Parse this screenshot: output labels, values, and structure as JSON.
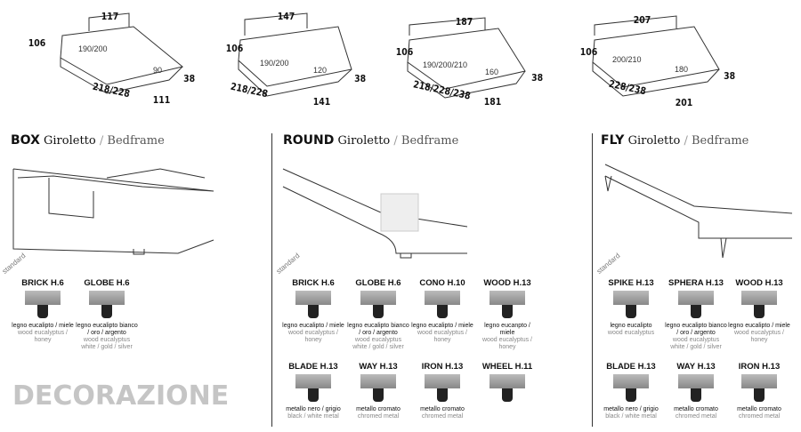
{
  "beds": [
    {
      "width": "117",
      "height": "106",
      "length": "190/200",
      "mattress": "90",
      "side": "38",
      "outer_length": "218/228",
      "outer_width": "111"
    },
    {
      "width": "147",
      "height": "106",
      "length": "190/200",
      "mattress": "120",
      "side": "38",
      "outer_length": "218/228",
      "outer_width": "141"
    },
    {
      "width": "187",
      "height": "106",
      "length": "190/200/210",
      "mattress": "160",
      "side": "38",
      "outer_length": "218/228/238",
      "outer_width": "181"
    },
    {
      "width": "207",
      "height": "106",
      "length": "200/210",
      "mattress": "180",
      "side": "38",
      "outer_length": "228/238",
      "outer_width": "201"
    }
  ],
  "sections": [
    {
      "model": "BOX",
      "type": "Giroletto",
      "separator": " / ",
      "type_en": "Bedframe",
      "standard": "standard",
      "legs": [
        {
          "name": "BRICK H.6",
          "it": "legno eucalipto / miele",
          "en": "wood eucalyptus / honey"
        },
        {
          "name": "GLOBE H.6",
          "it": "legno eucalipto bianco / oro / argento",
          "en": "wood eucalyptus white / gold / silver"
        }
      ]
    },
    {
      "model": "ROUND",
      "type": "Giroletto",
      "separator": " / ",
      "type_en": "Bedframe",
      "standard": "standard",
      "legs": [
        {
          "name": "BRICK H.6",
          "it": "legno eucalipto / miele",
          "en": "wood eucalyptus / honey"
        },
        {
          "name": "GLOBE H.6",
          "it": "legno eucalipto bianco / oro / argento",
          "en": "wood eucalyptus white / gold / silver"
        },
        {
          "name": "CONO H.10",
          "it": "legno eucalipto / miele",
          "en": "wood eucalyptus / honey"
        },
        {
          "name": "WOOD H.13",
          "it": "legno eucanpto / miele",
          "en": "wood eucalyptus / honey"
        },
        {
          "name": "BLADE H.13",
          "it": "metallo nero / grigio",
          "en": "black / white metal"
        },
        {
          "name": "WAY H.13",
          "it": "metallo cromato",
          "en": "chromed metal"
        },
        {
          "name": "IRON H.13",
          "it": "metallo cromato",
          "en": "chromed metal"
        },
        {
          "name": "WHEEL H.11",
          "it": "",
          "en": ""
        }
      ]
    },
    {
      "model": "FLY",
      "type": "Giroletto",
      "separator": " / ",
      "type_en": "Bedframe",
      "standard": "standard",
      "legs": [
        {
          "name": "SPIKE H.13",
          "it": "legno eucalipto",
          "en": "wood eucalyptus"
        },
        {
          "name": "SPHERA H.13",
          "it": "legno eucalipto bianco / oro / argento",
          "en": "wood eucalyptus white / gold / silver"
        },
        {
          "name": "WOOD H.13",
          "it": "legno eucalipto / miele",
          "en": "wood eucalyptus / honey"
        },
        {
          "name": "BLADE H.13",
          "it": "metallo nero / grigio",
          "en": "black / white metal"
        },
        {
          "name": "WAY H.13",
          "it": "metallo cromato",
          "en": "chromed metal"
        },
        {
          "name": "IRON H.13",
          "it": "metallo cromato",
          "en": "chromed metal"
        }
      ]
    }
  ],
  "watermark": "DECORAZIONE"
}
